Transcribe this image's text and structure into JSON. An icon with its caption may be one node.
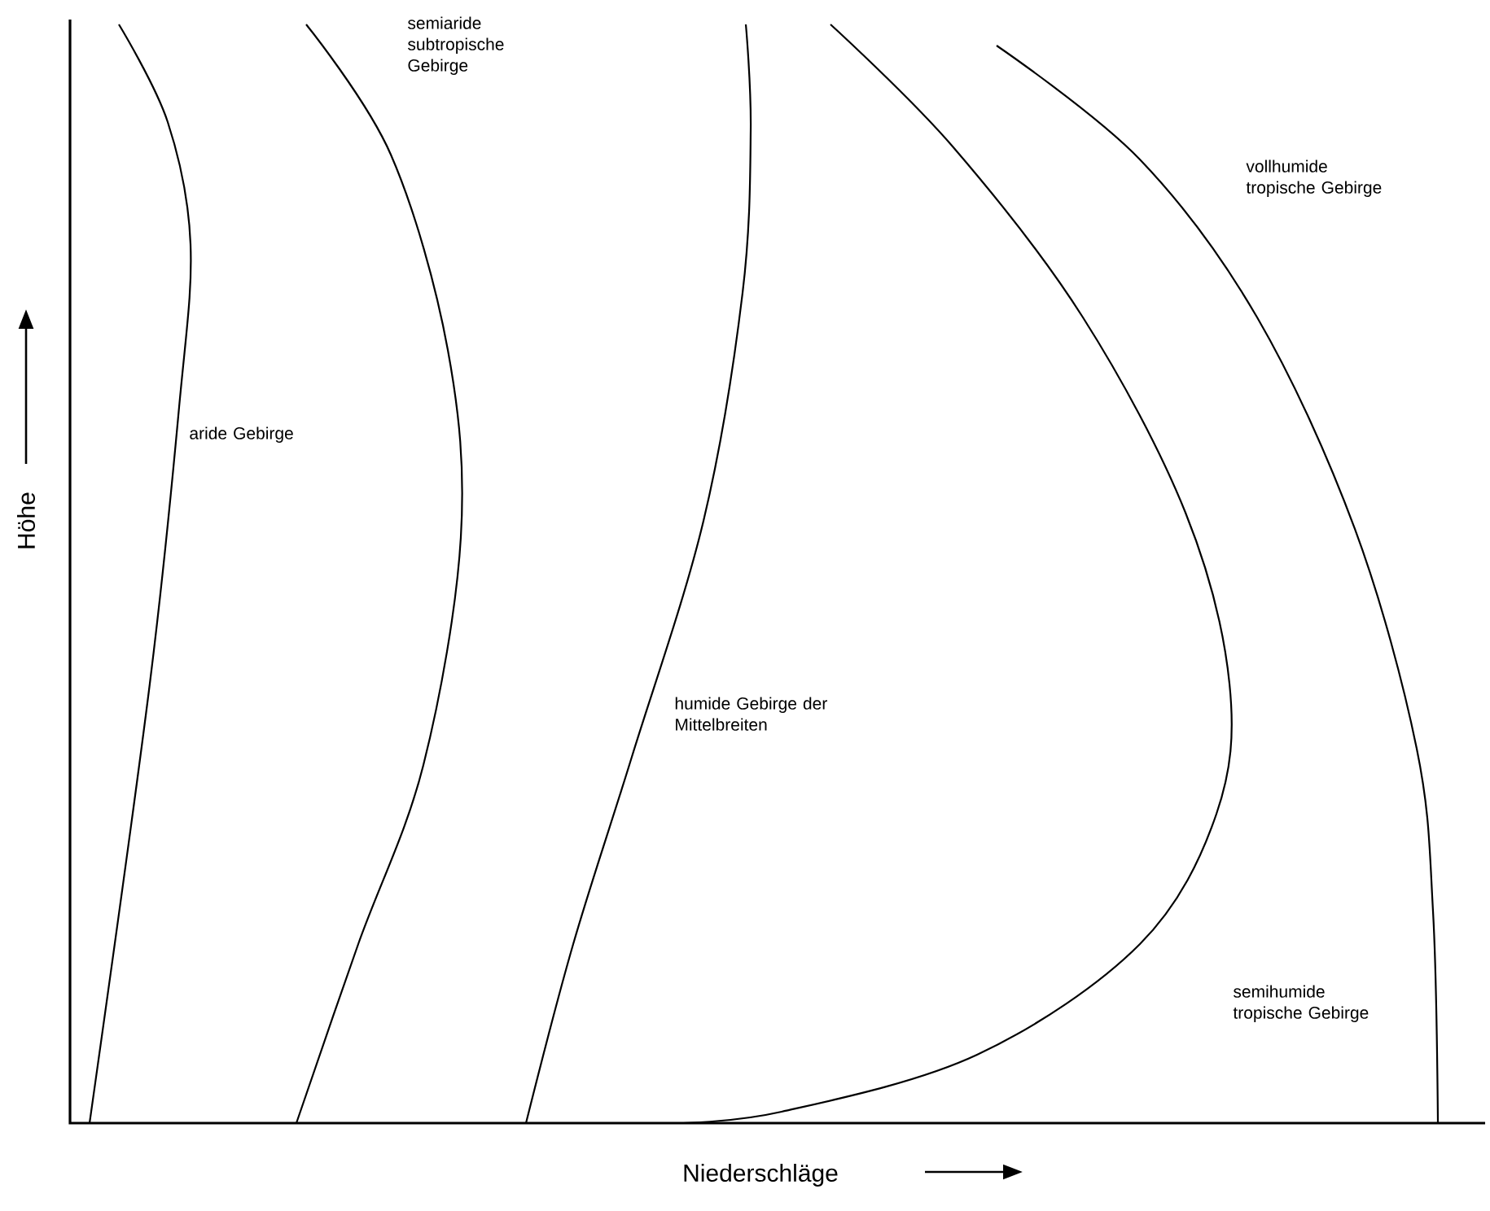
{
  "diagram": {
    "labels": [
      "semiaride subtropische Gebirge",
      "vollhumide tropische Gebirge",
      "aride Gebirge",
      "humide Gebirge der Mittelbreiten",
      "semihumide tropische Gebirge",
      "Höhe",
      "Niederschläge"
    ]
  }
}
